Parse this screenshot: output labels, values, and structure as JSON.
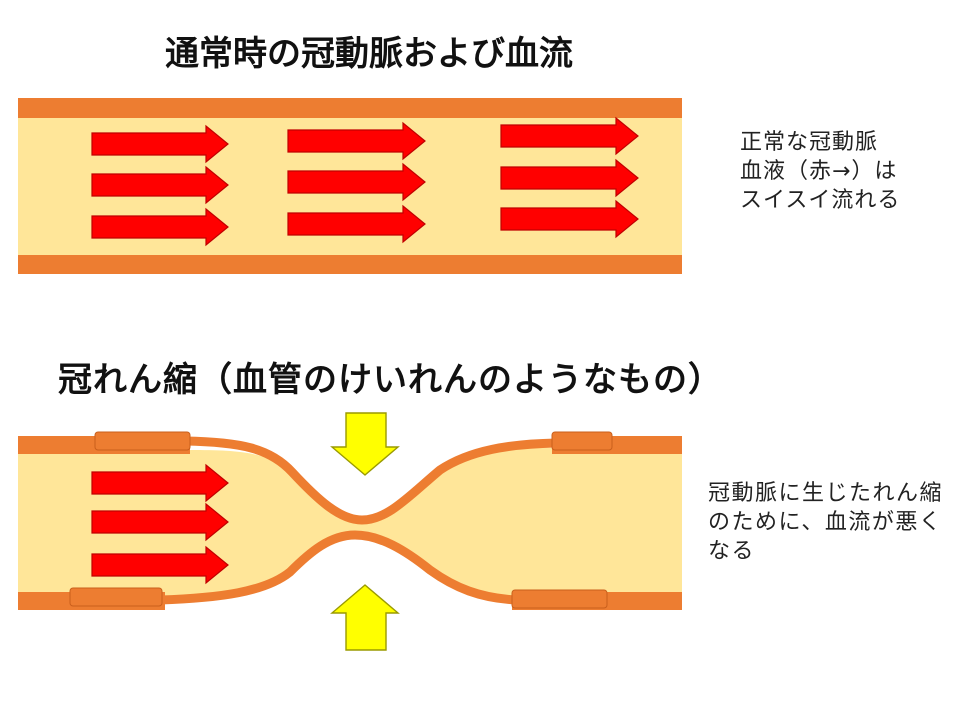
{
  "colors": {
    "vessel_wall": "#ED7D31",
    "vessel_lumen": "#FFE699",
    "blood_arrow": "#FF0000",
    "spasm_arrow": "#FFFF00"
  },
  "normal": {
    "title": "通常時の冠動脈および血流",
    "note_lines": [
      "正常な冠動脈",
      "血液（赤→）は",
      "スイスイ流れる"
    ]
  },
  "spasm": {
    "title": "冠れん縮（血管のけいれんのようなもの）",
    "note_lines": [
      "冠動脈に生じたれん縮",
      "のために、血流が悪く",
      "なる"
    ]
  }
}
